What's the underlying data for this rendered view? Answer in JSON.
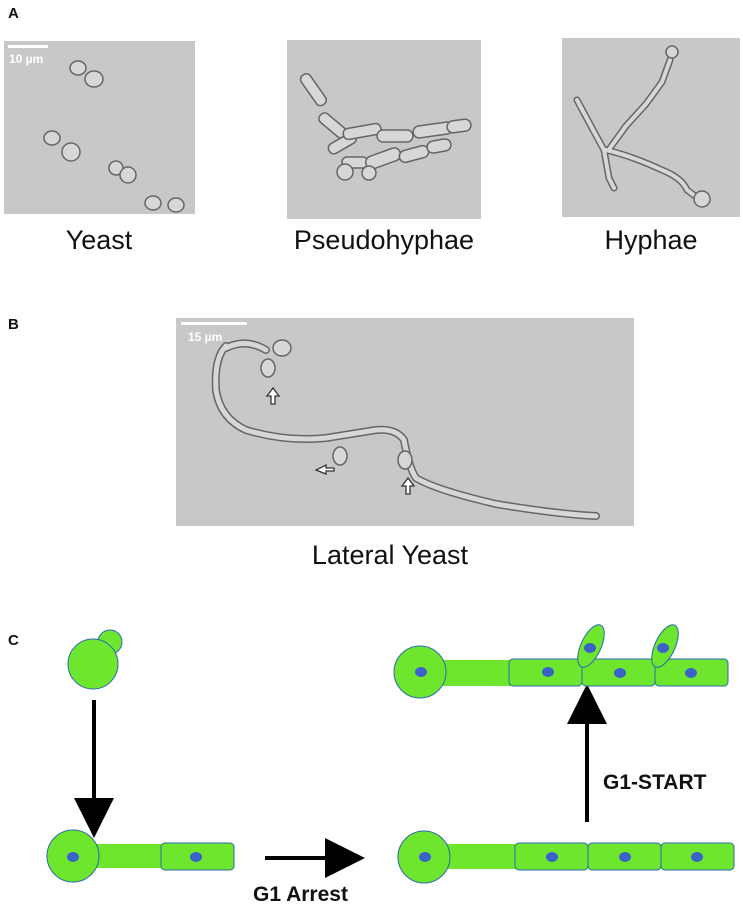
{
  "panels": {
    "a": {
      "letter": "A",
      "scale_label": "10 µm",
      "captions": {
        "yeast": "Yeast",
        "pseudohyphae": "Pseudohyphae",
        "hyphae": "Hyphae"
      }
    },
    "b": {
      "letter": "B",
      "scale_label": "15 µm",
      "caption": "Lateral Yeast"
    },
    "c": {
      "letter": "C",
      "labels": {
        "g1_arrest": "G1 Arrest",
        "g1_start": "G1-START"
      }
    }
  },
  "colors": {
    "cell_fill": "#6ee62e",
    "cell_stroke": "#2a6ab0",
    "nucleus": "#3a62c8",
    "arrow": "#000000",
    "micro_bg": "#c8c8c8"
  }
}
